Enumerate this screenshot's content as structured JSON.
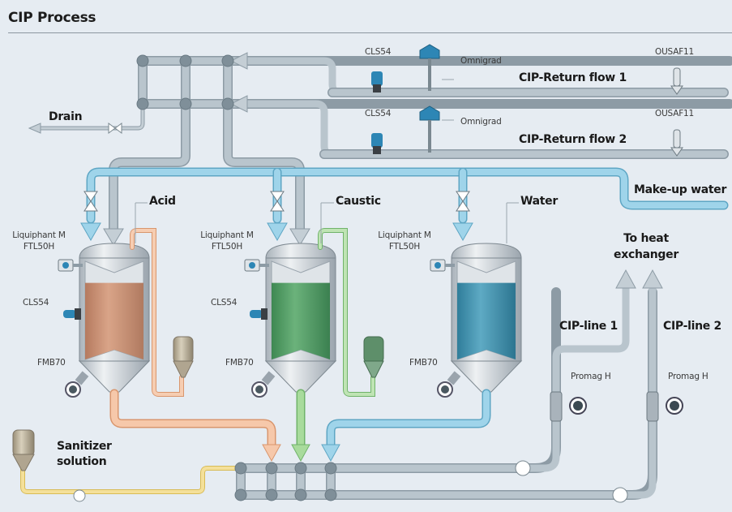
{
  "title": "CIP Process",
  "colors": {
    "background": "#e6ecf2",
    "pipe_gray": "#b6c3cc",
    "pipe_gray_edge": "#8d9ba5",
    "node": "#7f8f99",
    "water_blue": "#8ccbe4",
    "acid": "#f2b995",
    "caustic": "#a8d89c",
    "sanitizer": "#f0d98a",
    "tank_shell": "#c9d0d6",
    "acid_fill": "#c88e72",
    "caustic_fill": "#4f9a63",
    "water_fill": "#3f8eaa",
    "instrument_blue": "#2d86b5"
  },
  "labels": {
    "drain": "Drain",
    "return_flow_1": "CIP-Return flow 1",
    "return_flow_2": "CIP-Return flow 2",
    "makeup_water": "Make-up water",
    "acid": "Acid",
    "caustic": "Caustic",
    "water": "Water",
    "to_heat_exchanger_1": "To heat",
    "to_heat_exchanger_2": "exchanger",
    "cip_line_1": "CIP-line 1",
    "cip_line_2": "CIP-line 2",
    "sanitizer_1": "Sanitizer",
    "sanitizer_2": "solution"
  },
  "instruments": {
    "cls54": "CLS54",
    "omnigrad": "Omnigrad",
    "ousaf11": "OUSAF11",
    "liquiphant_1": "Liquiphant M",
    "liquiphant_2": "FTL50H",
    "fmb70": "FMB70",
    "promag": "Promag H"
  },
  "tanks": [
    {
      "name": "Acid",
      "fill_level": 0.78
    },
    {
      "name": "Caustic",
      "fill_level": 0.78
    },
    {
      "name": "Water",
      "fill_level": 0.78
    }
  ]
}
